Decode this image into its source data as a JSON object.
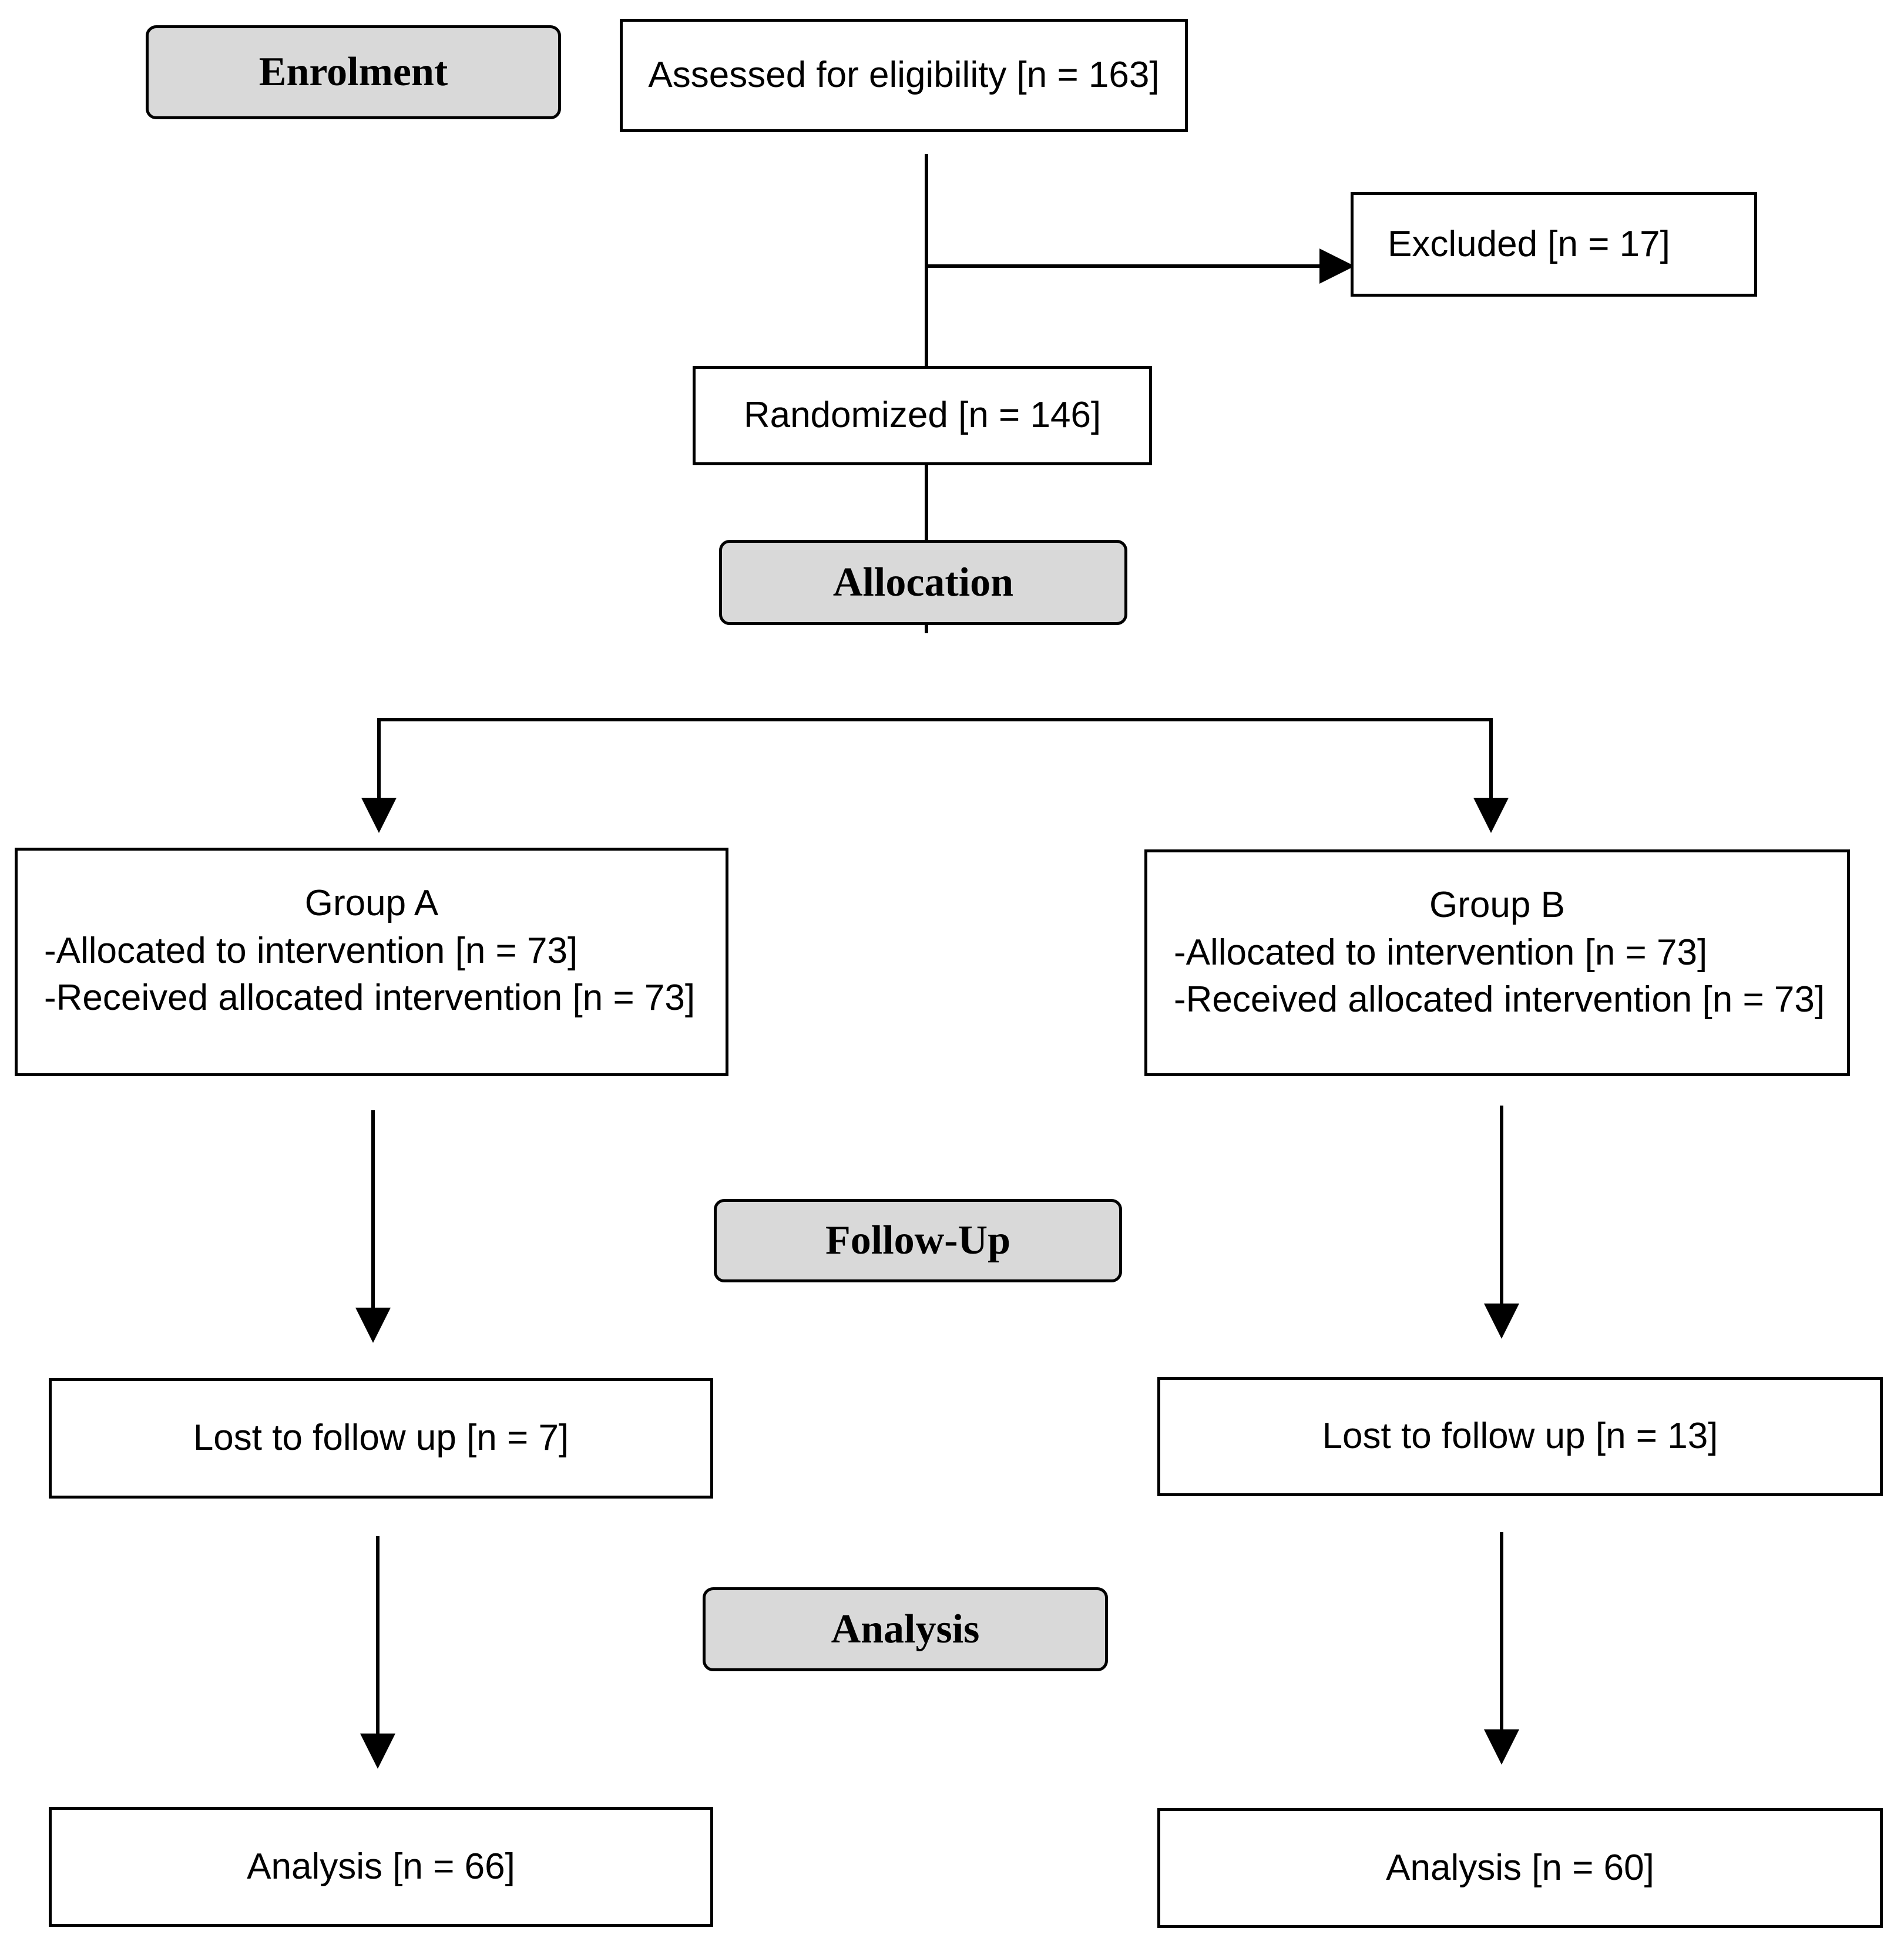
{
  "stages": {
    "enrolment": "Enrolment",
    "allocation": "Allocation",
    "follow_up": "Follow-Up",
    "analysis": "Analysis"
  },
  "boxes": {
    "assessed": "Assessed for eligibility [n = 163]",
    "excluded": "Excluded [n = 17]",
    "randomized": "Randomized [n = 146]",
    "group_a": {
      "title": "Group A",
      "allocated": "-Allocated to intervention [n = 73]",
      "received": "-Received allocated intervention [n = 73]"
    },
    "group_b": {
      "title": "Group B",
      "allocated": "-Allocated to intervention [n = 73]",
      "received": "-Received allocated intervention [n = 73]"
    },
    "lost_a": "Lost to follow up [n = 7]",
    "lost_b": "Lost to follow up [n = 13]",
    "analysis_a": "Analysis [n = 66]",
    "analysis_b": "Analysis [n = 60]"
  },
  "colors": {
    "stage_fill": "#d9d9d9",
    "line": "#000000"
  }
}
